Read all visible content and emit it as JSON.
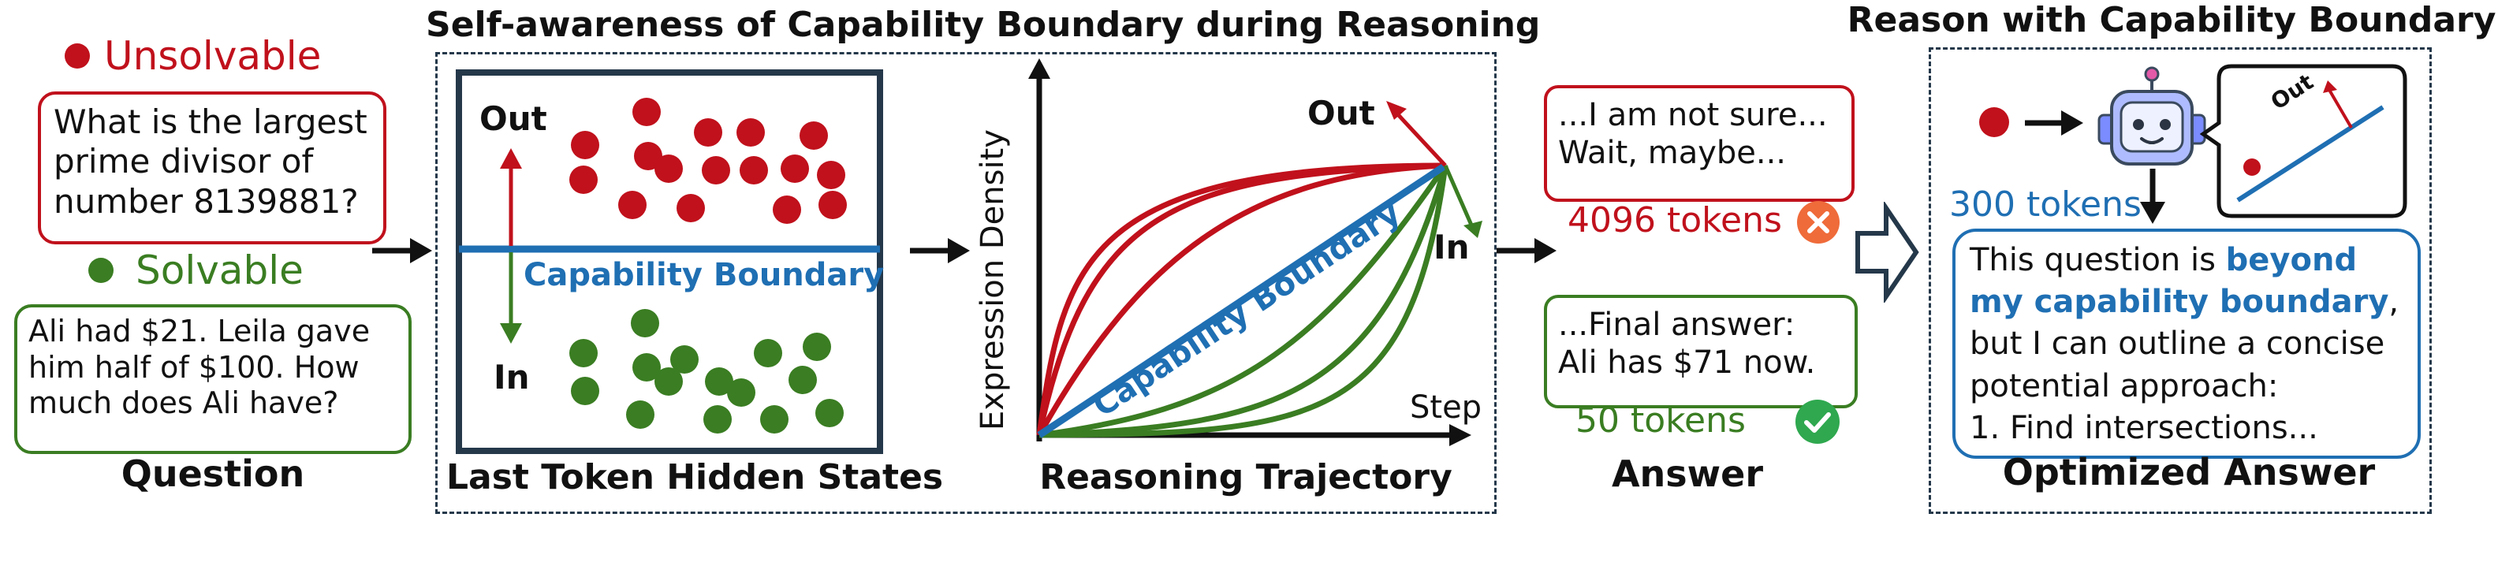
{
  "colors": {
    "red": "#c0111c",
    "green": "#3a7d22",
    "blue": "#1f6fb3",
    "dark": "#24384a"
  },
  "question": {
    "unsolvable_label": "Unsolvable",
    "unsolvable_text": "What is the largest prime divisor of number 8139881?",
    "solvable_label": "Solvable",
    "solvable_text": "Ali had $21. Leila gave him half of $100. How much does Ali have?",
    "caption": "Question"
  },
  "middle": {
    "title": "Self-awareness of Capability Boundary during Reasoning",
    "hidden": {
      "out_label": "Out",
      "in_label": "In",
      "boundary_label": "Capability Boundary",
      "caption": "Last Token Hidden States"
    },
    "trajectory": {
      "ylabel": "Expression Density",
      "xlabel": "Step",
      "out_label": "Out",
      "in_label": "In",
      "boundary_label": "Capability Boundary",
      "caption": "Reasoning Trajectory"
    }
  },
  "answer": {
    "unsure_text": "...I am not sure... Wait, maybe...",
    "unsure_tokens": "4096 tokens",
    "final_text": "...Final answer: Ali has $71 now.",
    "final_tokens": "50 tokens",
    "caption": "Answer"
  },
  "optimized": {
    "title": "Reason with Capability Boundary",
    "tokens": "300 tokens",
    "bubble_out": "Out",
    "text_pre": "This question is ",
    "text_bold": "beyond my capability boundary",
    "text_post": ", but I can outline a concise potential approach:",
    "text_step": "1. Find intersections...",
    "caption": "Optimized Answer"
  },
  "icons": [
    "arrow-right-icon",
    "cross-circle-icon",
    "check-circle-icon",
    "robot-icon",
    "hollow-arrow-icon"
  ]
}
